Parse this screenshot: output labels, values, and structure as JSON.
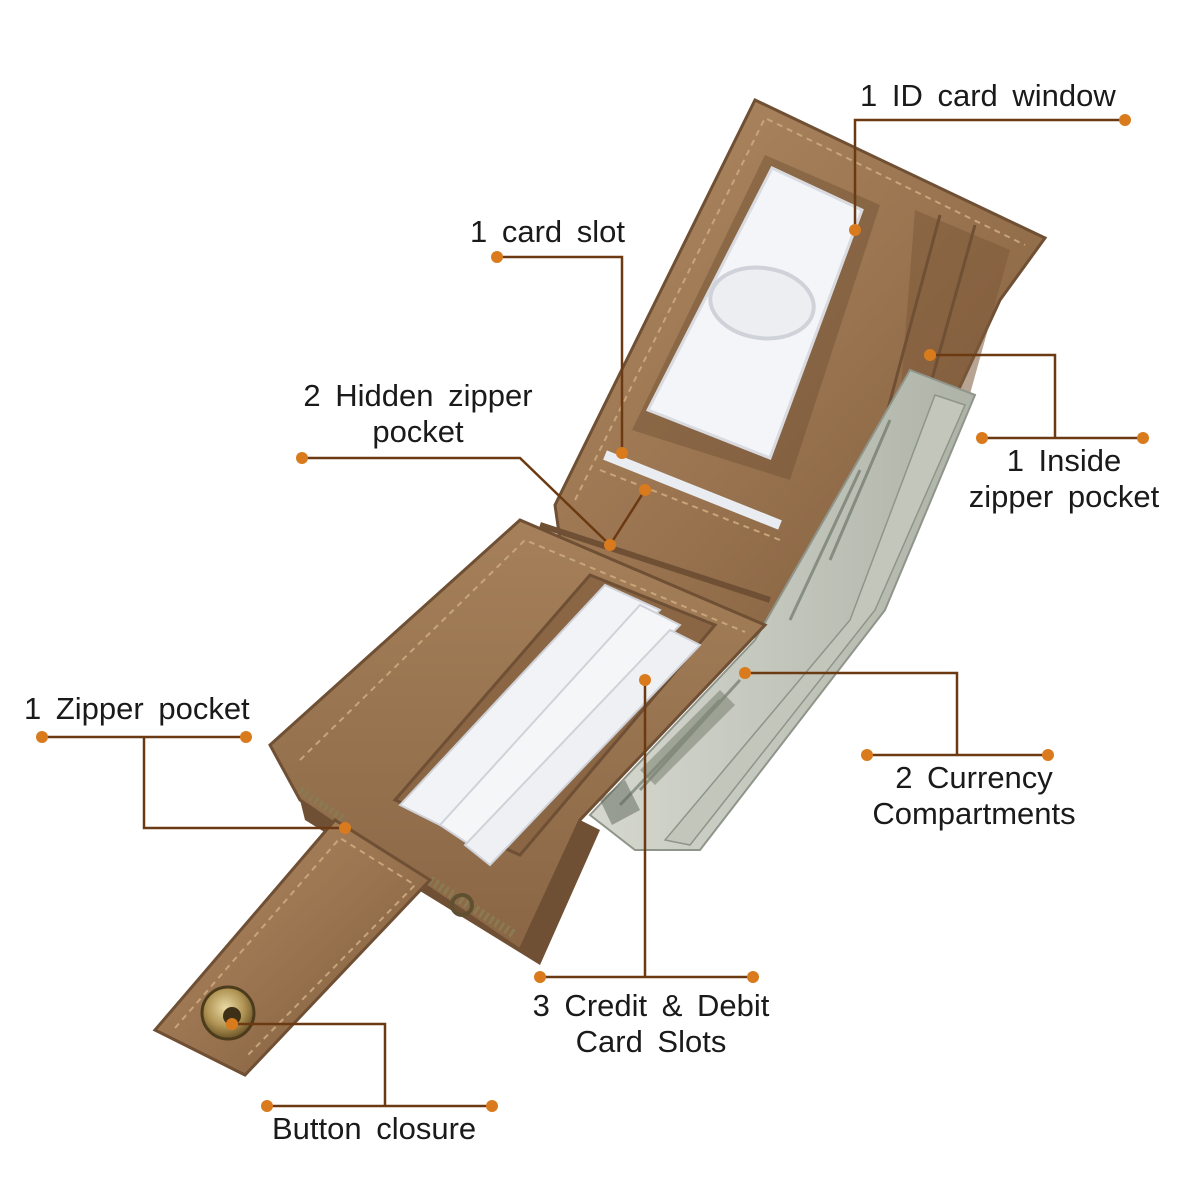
{
  "image": {
    "subject": "wallet",
    "colors": {
      "leather": "#9a7450",
      "leather_dark": "#6f5034",
      "leather_light": "#b8946c",
      "callout": "#6b3a12",
      "dot": "#d97b1c",
      "card": "#f3f4f7",
      "bill": "#c9ccc2",
      "bill_ink": "#5a6456"
    }
  },
  "callouts": [
    {
      "id": "id-card-window",
      "lines": [
        "1 ID card window"
      ]
    },
    {
      "id": "card-slot",
      "lines": [
        "1 card slot"
      ]
    },
    {
      "id": "hidden-zipper-pocket",
      "lines": [
        "2 Hidden zipper",
        "pocket"
      ]
    },
    {
      "id": "inside-zipper-pocket",
      "lines": [
        "1 Inside",
        "zipper pocket"
      ]
    },
    {
      "id": "zipper-pocket",
      "lines": [
        "1 Zipper pocket"
      ]
    },
    {
      "id": "currency-compartments",
      "lines": [
        "2 Currency",
        "Compartments"
      ]
    },
    {
      "id": "credit-debit-card-slots",
      "lines": [
        "3 Credit & Debit",
        "Card Slots"
      ]
    },
    {
      "id": "button-closure",
      "lines": [
        "Button closure"
      ]
    }
  ]
}
